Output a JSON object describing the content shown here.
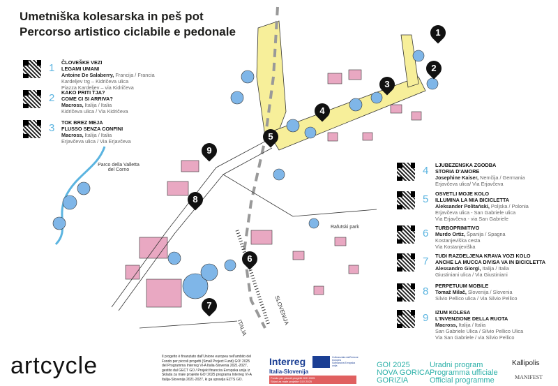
{
  "title": [
    "Umetniška kolesarska in peš pot",
    "Percorso artistico ciclabile e pedonale"
  ],
  "colors": {
    "accent": "#5bb4e0",
    "road": "#f7ef9a",
    "trees": "#7fb6e8",
    "roofs": "#e9a8c2",
    "marker": "#111111"
  },
  "legend_left": [
    {
      "num": "1",
      "title": [
        "ČLOVEŠKE VEZI",
        "LEGAMI UMANI"
      ],
      "artist": "Antoine De Salaberry,",
      "country": "Francija / Francia",
      "address": [
        "Kardeljev trg – Kidričeva ulica",
        "Piazza Kardeljev – via Kidričeva"
      ]
    },
    {
      "num": "2",
      "title": [
        "KAKO PRITI TJA?",
        "COME CI SI ARRIVA?"
      ],
      "artist": "Macross,",
      "country": "Italija / Italia",
      "address": [
        "Kidričeva ulica / Via Kidričeva"
      ]
    },
    {
      "num": "3",
      "title": [
        "TOK BREZ MEJA",
        "FLUSSO SENZA CONFINI"
      ],
      "artist": "Macross,",
      "country": "Italija / Italia",
      "address": [
        "Erjavčeva ulica / Via Erjavčeva"
      ]
    }
  ],
  "legend_right": [
    {
      "num": "4",
      "title": [
        "LJUBEZENSKA ZGODBA",
        "STORIA D'AMORE"
      ],
      "artist": "Josephine Kaiser,",
      "country": "Nemčija / Germania",
      "address": [
        "Erjavčeva ulica/ Via Erjavčeva"
      ]
    },
    {
      "num": "5",
      "title": [
        "OSVETLI MOJE KOLO",
        "ILLUMINA LA MIA BICICLETTA"
      ],
      "artist": "Aleksander Politański,",
      "country": "Poljska / Polonia",
      "address": [
        "Erjavčeva ulica - San Gabriele ulica",
        "Via Erjavčeva - via San Gabriele"
      ]
    },
    {
      "num": "6",
      "title": [
        "TURBOPRIMITIVO"
      ],
      "artist": "Murdo Ortiz,",
      "country": "Španija / Spagna",
      "address": [
        "Kostanjeviška cesta",
        "Via Kostanjeviška"
      ]
    },
    {
      "num": "7",
      "title": [
        "TUDI RAZDELJENA KRAVA VOZI KOLO",
        "ANCHE LA MUCCA DIVISA VA IN BICICLETTA"
      ],
      "artist": "Alessandro Giorgi,",
      "country": "Italija / Italia",
      "address": [
        "Giustiniani ulica / Via Giustiniani"
      ]
    },
    {
      "num": "8",
      "title": [
        "PERPETUUM MOBILE"
      ],
      "artist": "Tomaž Milač,",
      "country": "Slovenija / Slovenia",
      "address": [
        "Silvio Pellico ulica / Via Silvio Pellico"
      ]
    },
    {
      "num": "9",
      "title": [
        "IZUM KOLESA",
        "L'INVENZIONE DELLA RUOTA"
      ],
      "artist": "Macross,",
      "country": "Italija / Italia",
      "address": [
        "San Gabriele Ulica / Silvio Pellico Ulica",
        "Via San Gabriele / via Silvio Pellico"
      ]
    }
  ],
  "map_labels": {
    "park1": "Parco della Valletta del Corno",
    "park2": "Rafutski park",
    "italia": "ITALIA",
    "slovenija": "SLOVENIJA"
  },
  "markers": [
    "1",
    "2",
    "3",
    "4",
    "5",
    "6",
    "7",
    "8",
    "9"
  ],
  "footer": {
    "logo": "artcycle",
    "funding": "Il progetto è finanziato dall'Unione europea nell'ambito del Fondo per piccoli progetti (Small Project Fund) GO! 2025 del Programma Interreg VI-A Italia-Slovenia 2021-2027, gestito dal GECT GO / Projekt financira Evropska unija iz Sklada za male projekte GO! 2025 programa Interreg VI-A Italija-Slovenija 2021-2027, ki ga upravlja EZTS GO.",
    "interreg": [
      "Interreg",
      "Italia-Slovenija"
    ],
    "eu": [
      "Cofinanziato dall'Unione europea",
      "Sofinancira Evropska unija"
    ],
    "fund": [
      "Fondo per piccoli progetti GO! 2025",
      "Sklad za male projekte GO! 2025"
    ],
    "go2025": [
      "GO! 2025",
      "NOVA GORICA",
      "GORIZIA"
    ],
    "programme": [
      "Uradni program",
      "Programma ufficiale",
      "Official programme"
    ],
    "kallipolis": "Kallipolis",
    "manifest": "MANIFEST"
  }
}
